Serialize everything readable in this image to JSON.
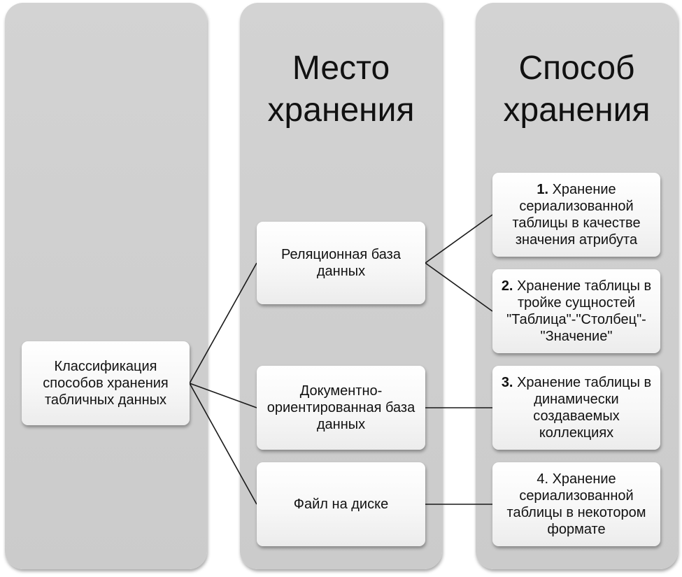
{
  "columns": [
    {
      "heading": ""
    },
    {
      "heading": "Место\nхранения"
    },
    {
      "heading": "Способ\nхранения"
    }
  ],
  "root": {
    "label": "Классификация способов хранения табличных данных"
  },
  "locations": [
    {
      "label": "Реляционная база данных"
    },
    {
      "label": "Документно-ориентированная база данных"
    },
    {
      "label": "Файл на диске"
    }
  ],
  "methods": [
    {
      "number": "1.",
      "number_bold": true,
      "text": "Хранение сериализованной таблицы в качестве значения атрибута"
    },
    {
      "number": "2.",
      "number_bold": true,
      "text": "Хранение таблицы в тройке сущностей \"Таблица\"-\"Столбец\"-\"Значение\""
    },
    {
      "number": "3.",
      "number_bold": true,
      "text": "Хранение таблицы в динамически создаваемых коллекциях"
    },
    {
      "number": "4.",
      "number_bold": false,
      "text": "Хранение сериализованной таблицы в некотором формате"
    }
  ]
}
